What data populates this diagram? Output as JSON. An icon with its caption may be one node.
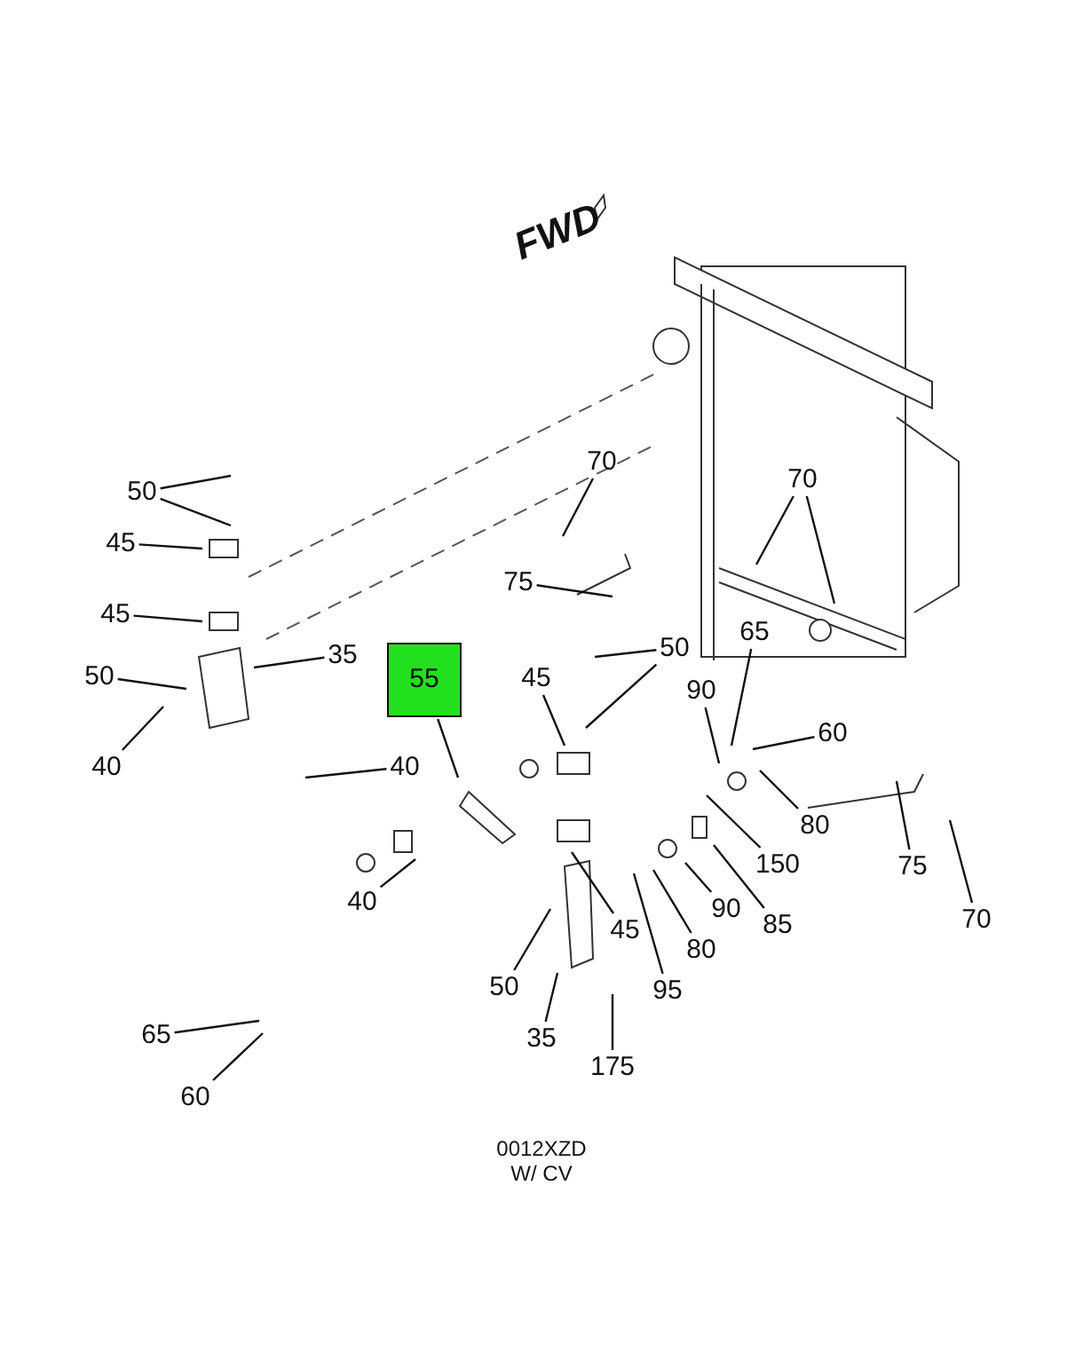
{
  "diagram": {
    "nodes": [
      {
        "text": [
          "50"
        ]
      },
      {
        "text": [
          "45"
        ]
      },
      {
        "text": [
          "45"
        ]
      },
      {
        "text": [
          "35"
        ]
      },
      {
        "text": [
          "50"
        ]
      },
      {
        "text": [
          "40"
        ]
      },
      {
        "text": [
          "40"
        ]
      },
      {
        "text": [
          "55"
        ]
      },
      {
        "text": [
          "75"
        ]
      },
      {
        "text": [
          "70"
        ]
      },
      {
        "text": [
          "70"
        ]
      },
      {
        "text": [
          "50"
        ]
      },
      {
        "text": [
          "45"
        ]
      },
      {
        "text": [
          "65"
        ]
      },
      {
        "text": [
          "90"
        ]
      },
      {
        "text": [
          "60"
        ]
      },
      {
        "text": [
          "80"
        ]
      },
      {
        "text": [
          "150"
        ]
      },
      {
        "text": [
          "75"
        ]
      },
      {
        "text": [
          "70"
        ]
      },
      {
        "text": [
          "45"
        ]
      },
      {
        "text": [
          "90"
        ]
      },
      {
        "text": [
          "85"
        ]
      },
      {
        "text": [
          "80"
        ]
      },
      {
        "text": [
          "95"
        ]
      },
      {
        "text": [
          "40"
        ]
      },
      {
        "text": [
          "50"
        ]
      },
      {
        "text": [
          "35"
        ]
      },
      {
        "text": [
          "175"
        ]
      },
      {
        "text": [
          "65"
        ]
      },
      {
        "text": [
          "60"
        ]
      }
    ],
    "edges": [
      {
        "from": 0,
        "to": null,
        "arrow": "none"
      },
      {
        "from": 0,
        "to": null,
        "arrow": "none"
      },
      {
        "from": 1,
        "to": null,
        "arrow": "none"
      },
      {
        "from": 2,
        "to": null,
        "arrow": "none"
      },
      {
        "from": 3,
        "to": null,
        "arrow": "none"
      },
      {
        "from": 4,
        "to": null,
        "arrow": "none"
      },
      {
        "from": 5,
        "to": null,
        "arrow": "none"
      },
      {
        "from": 6,
        "to": null,
        "arrow": "none"
      },
      {
        "from": 7,
        "to": null,
        "arrow": "none"
      },
      {
        "from": 8,
        "to": null,
        "arrow": "none"
      },
      {
        "from": 9,
        "to": null,
        "arrow": "none"
      },
      {
        "from": 10,
        "to": null,
        "arrow": "none"
      },
      {
        "from": 10,
        "to": null,
        "arrow": "none"
      },
      {
        "from": 11,
        "to": null,
        "arrow": "none"
      },
      {
        "from": 11,
        "to": null,
        "arrow": "none"
      },
      {
        "from": 12,
        "to": null,
        "arrow": "none"
      },
      {
        "from": 13,
        "to": null,
        "arrow": "none"
      },
      {
        "from": 14,
        "to": null,
        "arrow": "none"
      },
      {
        "from": 15,
        "to": null,
        "arrow": "none"
      },
      {
        "from": 16,
        "to": null,
        "arrow": "none"
      },
      {
        "from": 17,
        "to": null,
        "arrow": "none"
      },
      {
        "from": 18,
        "to": null,
        "arrow": "none"
      },
      {
        "from": 19,
        "to": null,
        "arrow": "none"
      },
      {
        "from": 20,
        "to": null,
        "arrow": "none"
      },
      {
        "from": 21,
        "to": null,
        "arrow": "none"
      },
      {
        "from": 22,
        "to": null,
        "arrow": "none"
      },
      {
        "from": 23,
        "to": null,
        "arrow": "none"
      },
      {
        "from": 24,
        "to": null,
        "arrow": "none"
      },
      {
        "from": 25,
        "to": null,
        "arrow": "none"
      },
      {
        "from": 26,
        "to": null,
        "arrow": "none"
      },
      {
        "from": 27,
        "to": null,
        "arrow": "none"
      },
      {
        "from": 28,
        "to": null,
        "arrow": "none"
      },
      {
        "from": 29,
        "to": null,
        "arrow": "none"
      },
      {
        "from": 30,
        "to": null,
        "arrow": "none"
      }
    ],
    "labels": [
      "FWD",
      "0012XZD",
      "W/ CV"
    ]
  }
}
